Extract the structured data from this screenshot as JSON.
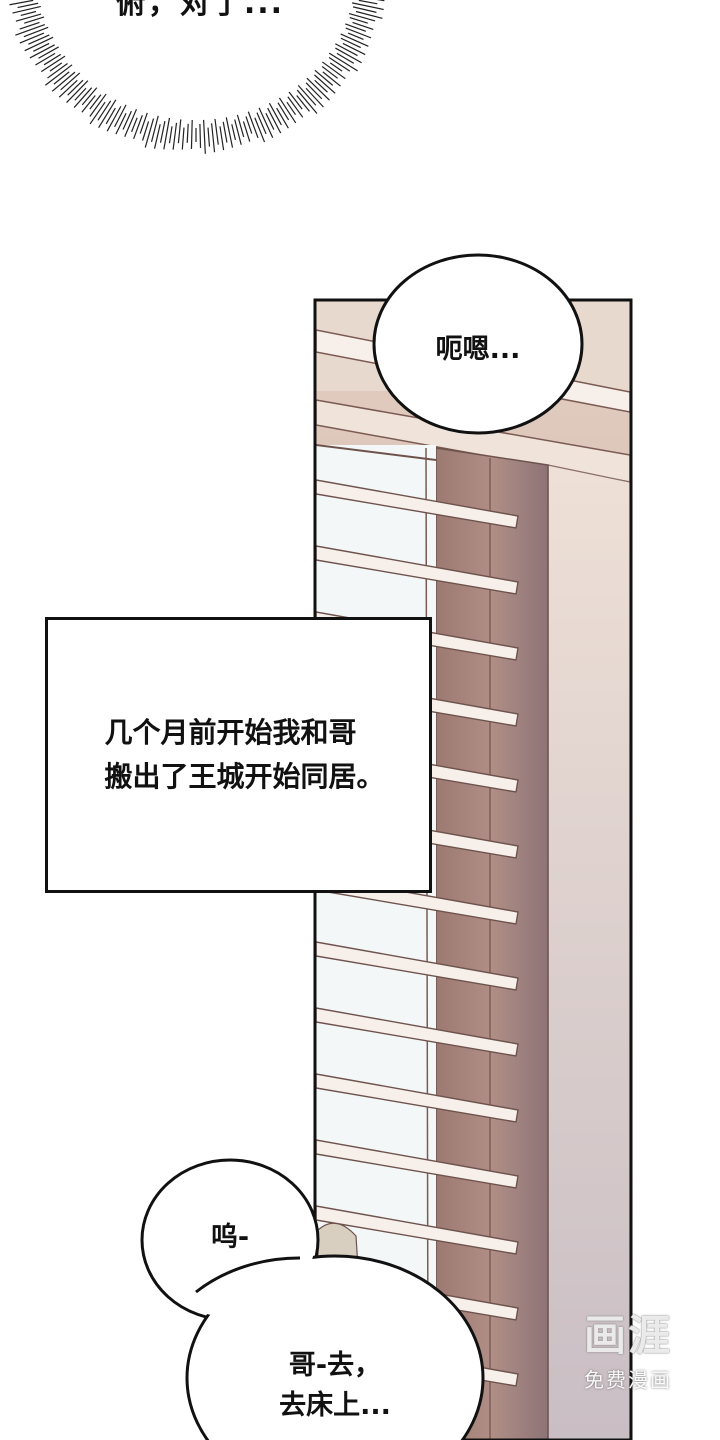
{
  "panel_top": {
    "burst_text": "俯，对了..."
  },
  "panel_window": {
    "bubble_1": "呃嗯...",
    "caption": "几个月前开始我和哥\n搬出了王城开始同居。",
    "bubble_2a": "呜-",
    "bubble_2b": "哥-去，\n去床上..."
  },
  "watermark": {
    "logo": "画涯",
    "sub": "免费漫画"
  },
  "colors": {
    "border": "#111111",
    "wall_warm": "#d6bdb0",
    "frame_brown": "#8a6a63",
    "slat": "#f6efea"
  }
}
